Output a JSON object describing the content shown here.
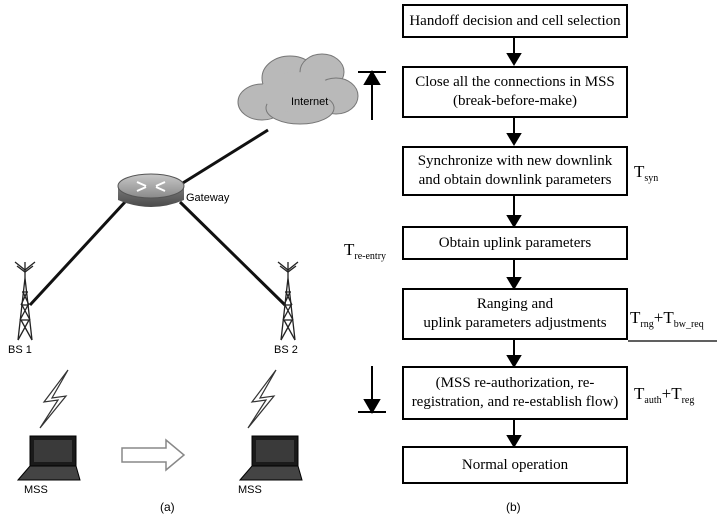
{
  "network": {
    "internet_label": "Internet",
    "gateway_label": "Gateway",
    "bs1_label": "BS 1",
    "bs2_label": "BS 2",
    "mss_left_label": "MSS",
    "mss_right_label": "MSS",
    "caption_a": "(a)"
  },
  "flow": {
    "caption_b": "(b)",
    "steps": [
      {
        "line1": "Handoff decision and cell selection",
        "line2": ""
      },
      {
        "line1": "Close all the connections in MSS",
        "line2": "(break-before-make)"
      },
      {
        "line1": "Synchronize with new downlink",
        "line2": "and obtain downlink parameters"
      },
      {
        "line1": "Obtain uplink parameters",
        "line2": ""
      },
      {
        "line1": "Ranging and",
        "line2": "uplink parameters adjustments"
      },
      {
        "line1": "(MSS re-authorization, re-",
        "line2": "registration, and re-establish flow)"
      },
      {
        "line1": "Normal operation",
        "line2": ""
      }
    ],
    "timing": {
      "t_syn": {
        "main": "T",
        "sub": "syn"
      },
      "t_reentry": {
        "main": "T",
        "sub": "re-entry"
      },
      "t_rng": {
        "main": "T",
        "sub": "rng"
      },
      "plus1": "+",
      "t_bw": {
        "main": "T",
        "sub": "bw_req"
      },
      "t_auth": {
        "main": "T",
        "sub": "auth"
      },
      "plus2": "+",
      "t_reg": {
        "main": "T",
        "sub": "reg"
      }
    }
  }
}
